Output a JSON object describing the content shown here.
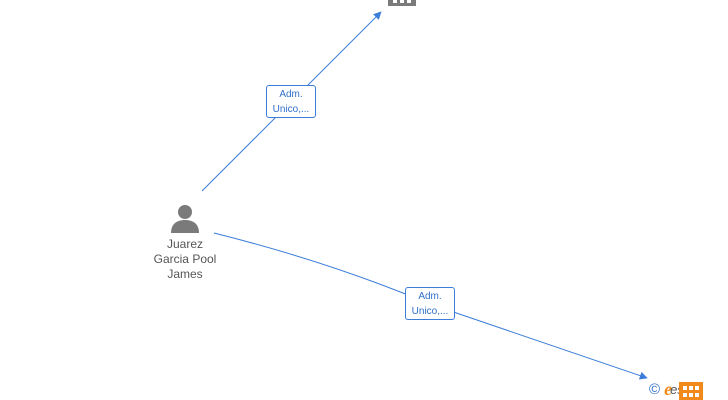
{
  "person": {
    "name_lines": [
      "Juarez",
      "Garcia Pool",
      "James"
    ],
    "icon": "person-icon"
  },
  "edges": [
    {
      "label_lines": [
        "Adm.",
        "Unico,..."
      ]
    },
    {
      "label_lines": [
        "Adm.",
        "Unico,..."
      ]
    }
  ],
  "company_node": {
    "icon": "building-icon"
  },
  "brand": {
    "copyright": "©",
    "e_letter": "e",
    "text": "esia"
  },
  "colors": {
    "edge": "#3b7dd8",
    "label_text": "#2f6fc8",
    "node_icon": "#7a7a7a",
    "brand_orange": "#f28a1b"
  }
}
